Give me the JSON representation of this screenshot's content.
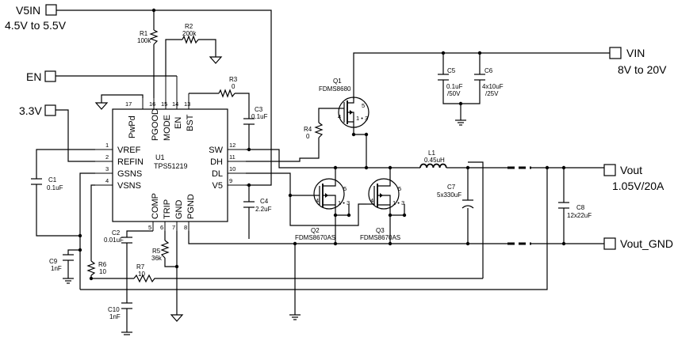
{
  "ports": {
    "v5in": {
      "name": "V5IN",
      "range": "4.5V to 5.5V"
    },
    "en": {
      "name": "EN"
    },
    "v33": {
      "name": "3.3V"
    },
    "vin": {
      "name": "VIN",
      "range": "8V to 20V"
    },
    "vout": {
      "name": "Vout",
      "range": "1.05V/20A"
    },
    "vout_gnd": {
      "name": "Vout_GND"
    }
  },
  "ic": {
    "ref": "U1",
    "part": "TPS51219",
    "left_pins": [
      {
        "num": "1",
        "name": "VREF"
      },
      {
        "num": "2",
        "name": "REFIN"
      },
      {
        "num": "3",
        "name": "GSNS"
      },
      {
        "num": "4",
        "name": "VSNS"
      }
    ],
    "right_pins": [
      {
        "num": "12",
        "name": "SW"
      },
      {
        "num": "11",
        "name": "DH"
      },
      {
        "num": "10",
        "name": "DL"
      },
      {
        "num": "9",
        "name": "V5"
      }
    ],
    "top_pins": [
      {
        "num": "17",
        "name": "PwPd"
      },
      {
        "num": "16",
        "name": "PGOOD"
      },
      {
        "num": "15",
        "name": "MODE"
      },
      {
        "num": "14",
        "name": "EN"
      },
      {
        "num": "13",
        "name": "BST"
      }
    ],
    "bottom_pins": [
      {
        "num": "5",
        "name": "COMP"
      },
      {
        "num": "6",
        "name": "TRIP"
      },
      {
        "num": "7",
        "name": "GND"
      },
      {
        "num": "8",
        "name": "PGND"
      }
    ]
  },
  "components": {
    "r1": {
      "ref": "R1",
      "value": "100k"
    },
    "r2": {
      "ref": "R2",
      "value": "200k"
    },
    "r3": {
      "ref": "R3",
      "value": "0"
    },
    "r4": {
      "ref": "R4",
      "value": "0"
    },
    "r5": {
      "ref": "R5",
      "value": "36k"
    },
    "r6": {
      "ref": "R6",
      "value": "10"
    },
    "r7": {
      "ref": "R7",
      "value": "10"
    },
    "c1": {
      "ref": "C1",
      "value": "0.1uF"
    },
    "c2": {
      "ref": "C2",
      "value": "0.01uF"
    },
    "c3": {
      "ref": "C3",
      "value": "0.1uF"
    },
    "c4": {
      "ref": "C4",
      "value": "2.2uF"
    },
    "c5": {
      "ref": "C5",
      "value": "0.1uF",
      "rating": "/50V"
    },
    "c6": {
      "ref": "C6",
      "value": "4x10uF",
      "rating": "/25V"
    },
    "c7": {
      "ref": "C7",
      "value": "5x330uF"
    },
    "c8": {
      "ref": "C8",
      "value": "12x22uF"
    },
    "c9": {
      "ref": "C9",
      "value": "1nF"
    },
    "c10": {
      "ref": "C10",
      "value": "1nF"
    },
    "l1": {
      "ref": "L1",
      "value": "0.45uH"
    },
    "q1": {
      "ref": "Q1",
      "part": "FDMS8680"
    },
    "q2": {
      "ref": "Q2",
      "part": "FDMS8670AS"
    },
    "q3": {
      "ref": "Q3",
      "part": "FDMS8670AS"
    }
  },
  "mosfet_pins": {
    "gate": "4",
    "drain": "5",
    "source": "1 • 3"
  }
}
